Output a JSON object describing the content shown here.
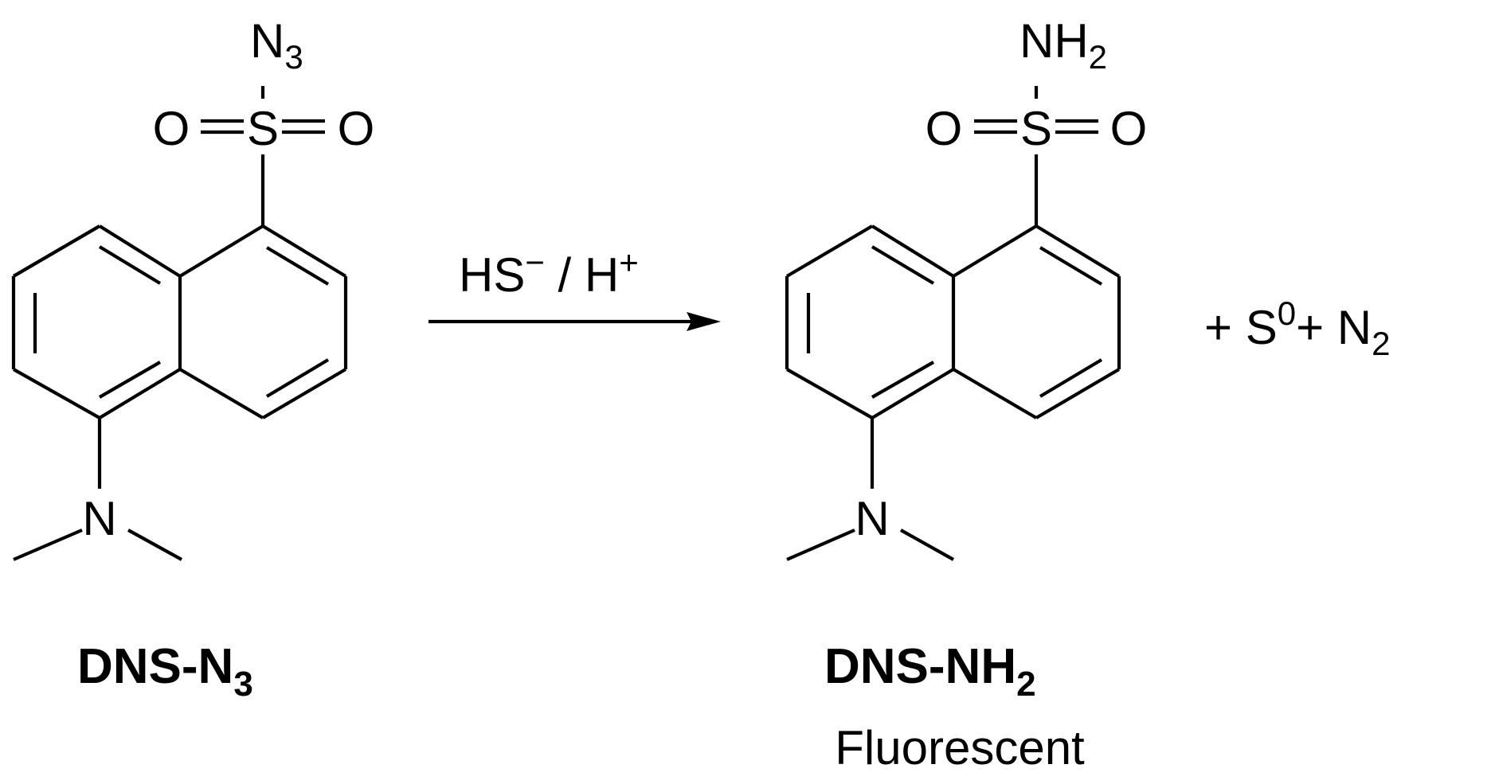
{
  "reactant": {
    "sulfonyl_substituent": {
      "main": "N",
      "sub": "3"
    },
    "sulfur": "S",
    "oxygen_left": "O",
    "oxygen_right": "O",
    "amine_nitrogen": "N",
    "name": {
      "main": "DNS-N",
      "sub": "3"
    }
  },
  "reagents": {
    "hs": "HS",
    "hs_charge": "−",
    "slash": " / H",
    "h_charge": "+"
  },
  "product": {
    "sulfonyl_substituent": {
      "main": "NH",
      "sub": "2"
    },
    "sulfur": "S",
    "oxygen_left": "O",
    "oxygen_right": "O",
    "amine_nitrogen": "N",
    "name": {
      "main": "DNS-NH",
      "sub": "2"
    },
    "property": "Fluorescent"
  },
  "byproducts": {
    "plus1": "+ S",
    "s_sup": "0",
    "plus2": "+ N",
    "n_sub": "2"
  }
}
